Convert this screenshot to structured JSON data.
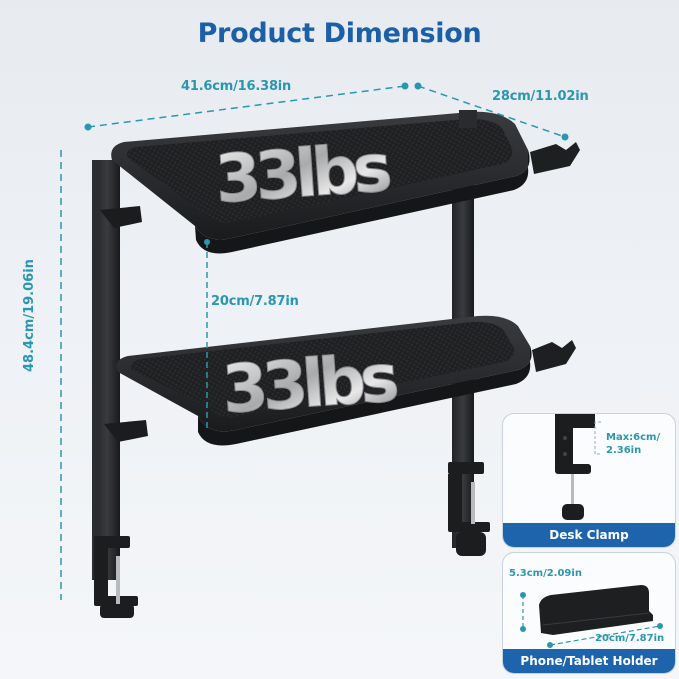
{
  "header": {
    "title": "Product Dimension"
  },
  "dimensions": {
    "width": "41.6cm/16.38in",
    "depth": "28cm/11.02in",
    "height": "48.4cm/19.06in",
    "shelf_gap": "20cm/7.87in"
  },
  "shelves": {
    "top_capacity": "33lbs",
    "bottom_capacity": "33lbs"
  },
  "cards": [
    {
      "label": "Desk Clamp",
      "note_line1": "Max:6cm/",
      "note_line2": "2.36in"
    },
    {
      "label": "Phone/Tablet Holder",
      "height_dim": "5.3cm/2.09in",
      "width_dim": "20cm/7.87in"
    }
  ],
  "colors": {
    "title": "#1a5fa8",
    "dimension_text": "#2a97ae",
    "card_label_bg": "#1d64ad",
    "product": "#1c1d1f"
  }
}
